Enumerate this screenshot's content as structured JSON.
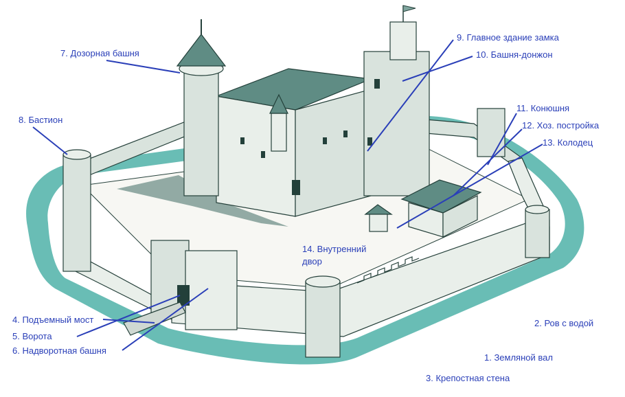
{
  "colors": {
    "label_text": "#2a3fb8",
    "leader_line": "#2a3fb8",
    "moat_water": "#4fb2a8",
    "ink": "#23403a",
    "stone": "#e9efea",
    "roof": "#5f8c84"
  },
  "labels": {
    "l1": "1. Земляной вал",
    "l2": "2. Ров с водой",
    "l3": "3. Крепостная стена",
    "l4": "4. Подъемный мост",
    "l5": "5. Ворота",
    "l6": "6. Надворотная башня",
    "l7": "7. Дозорная башня",
    "l8": "8. Бастион",
    "l9": "9. Главное здание замка",
    "l10": "10. Башня-донжон",
    "l11": "11. Конюшня",
    "l12": "12. Хоз. постройка",
    "l13": "13. Колодец",
    "l14a": "14. Внутренний",
    "l14b": "двор"
  }
}
